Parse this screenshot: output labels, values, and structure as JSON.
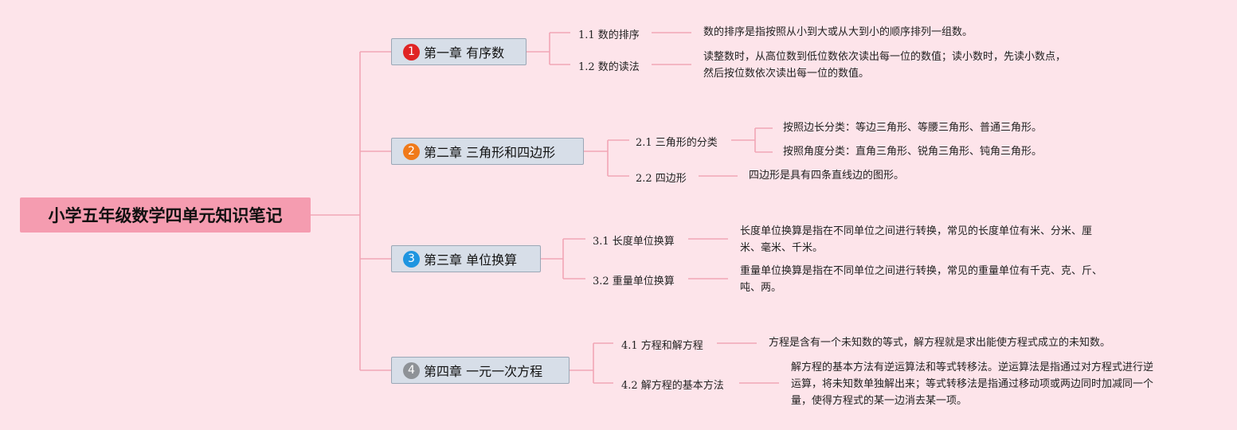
{
  "root": {
    "title": "小学五年级数学四单元知识笔记"
  },
  "chapters": [
    {
      "badge": "1",
      "label": "第一章 有序数",
      "subs": [
        {
          "label": "1.1 数的排序",
          "lines": [
            "数的排序是指按照从小到大或从大到小的顺序排列一组数。"
          ]
        },
        {
          "label": "1.2 数的读法",
          "lines": [
            "读整数时，从高位数到低位数依次读出每一位的数值；读小数时，先读小数点，",
            "然后按位数依次读出每一位的数值。"
          ]
        }
      ]
    },
    {
      "badge": "2",
      "label": "第二章 三角形和四边形",
      "subs": [
        {
          "label": "2.1 三角形的分类",
          "leaves": [
            {
              "lines": [
                "按照边长分类：等边三角形、等腰三角形、普通三角形。"
              ]
            },
            {
              "lines": [
                "按照角度分类：直角三角形、锐角三角形、钝角三角形。"
              ]
            }
          ]
        },
        {
          "label": "2.2 四边形",
          "lines": [
            "四边形是具有四条直线边的图形。"
          ]
        }
      ]
    },
    {
      "badge": "3",
      "label": "第三章 单位换算",
      "subs": [
        {
          "label": "3.1 长度单位换算",
          "lines": [
            "长度单位换算是指在不同单位之间进行转换，常见的长度单位有米、分米、厘",
            "米、毫米、千米。"
          ]
        },
        {
          "label": "3.2 重量单位换算",
          "lines": [
            "重量单位换算是指在不同单位之间进行转换，常见的重量单位有千克、克、斤、",
            "吨、两。"
          ]
        }
      ]
    },
    {
      "badge": "4",
      "label": "第四章 一元一次方程",
      "subs": [
        {
          "label": "4.1 方程和解方程",
          "lines": [
            "方程是含有一个未知数的等式，解方程就是求出能使方程式成立的未知数。"
          ]
        },
        {
          "label": "4.2 解方程的基本方法",
          "lines": [
            "解方程的基本方法有逆运算法和等式转移法。逆运算法是指通过对方程式进行逆",
            "运算，将未知数单独解出来；等式转移法是指通过移动项或两边同时加减同一个",
            "量，使得方程式的某一边消去某一项。"
          ]
        }
      ]
    }
  ]
}
